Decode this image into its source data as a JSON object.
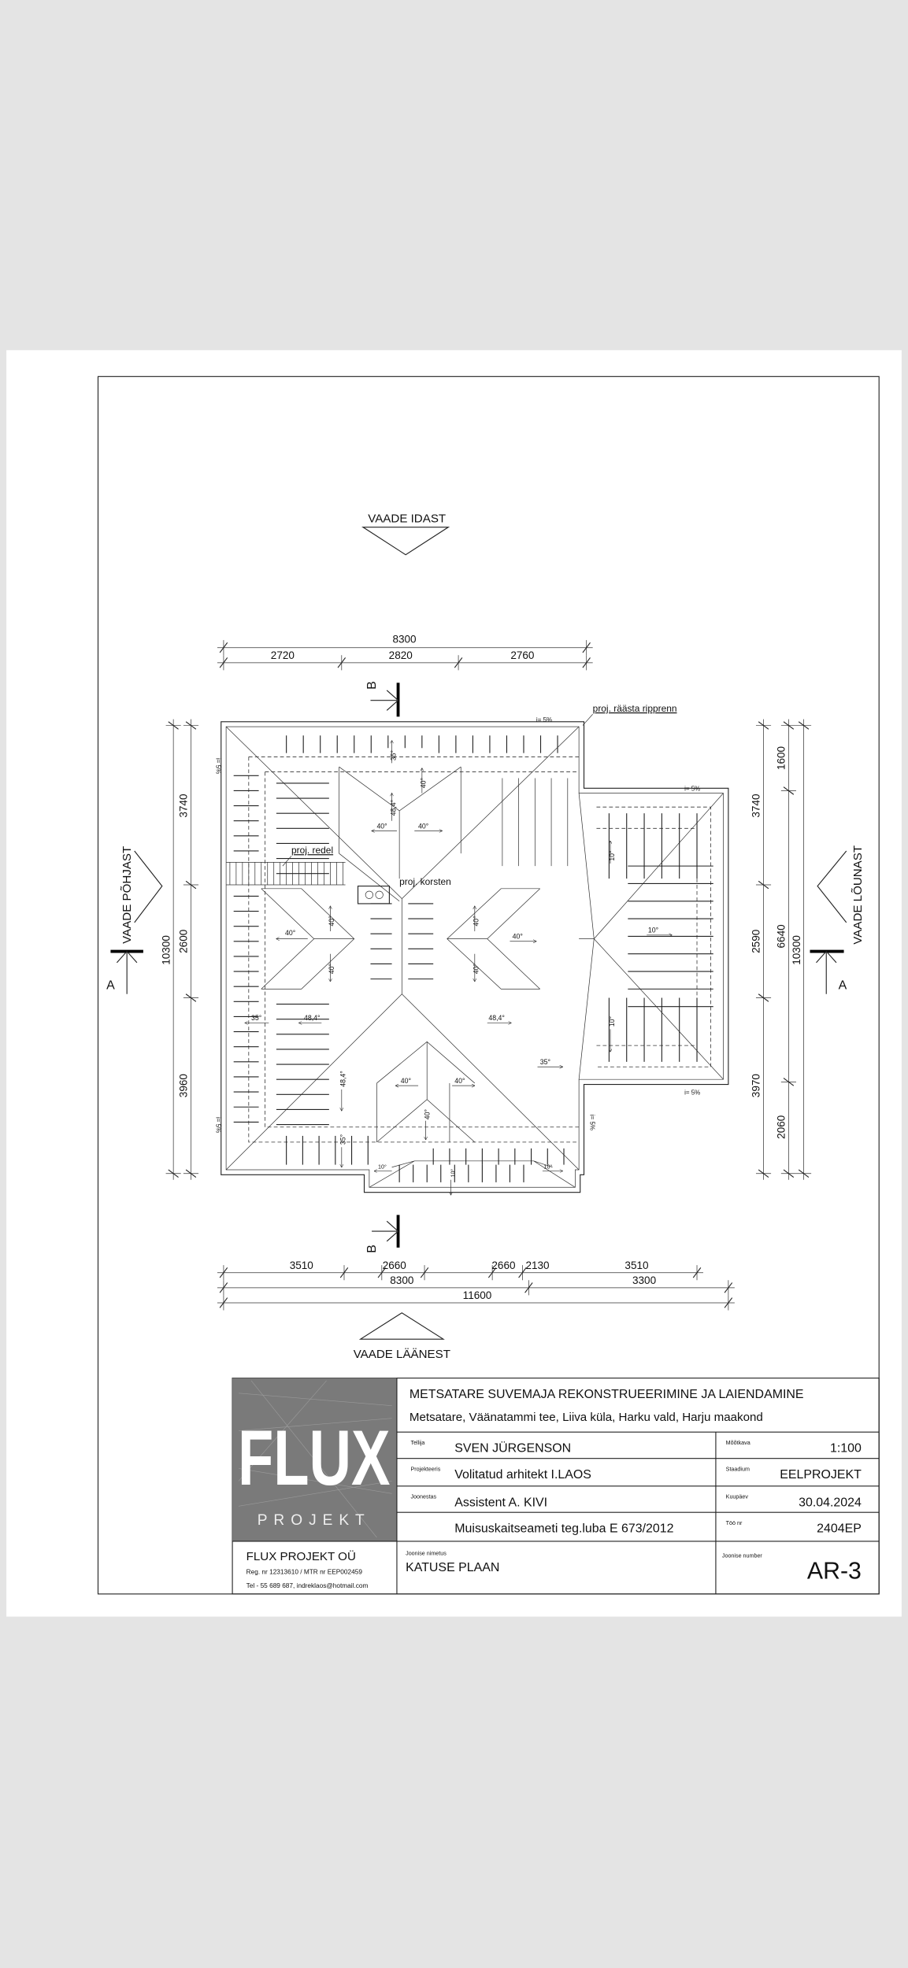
{
  "views": {
    "east": "VAADE IDAST",
    "north": "VAADE PÕHJAST",
    "south": "VAADE LÕUNAST",
    "west": "VAADE LÄÄNEST"
  },
  "sections": {
    "a": "A",
    "b": "B"
  },
  "dims": {
    "top_total": "8300",
    "top_1": "2720",
    "top_2": "2820",
    "top_3": "2760",
    "left_total": "10300",
    "left_1": "3740",
    "left_2": "2600",
    "left_3": "3960",
    "right_a1": "3740",
    "right_a2": "2590",
    "right_a3": "3970",
    "right_b1": "1600",
    "right_b2": "6640",
    "right_b3": "2060",
    "right_total": "10300",
    "bot_1": "3510",
    "bot_2": "2660",
    "bot_3": "2660",
    "bot_4": "2130",
    "bot_5": "3510",
    "bot_main": "8300",
    "bot_ext": "3300",
    "bot_total": "11600"
  },
  "notes": {
    "gutter": "proj. räästa ripprenn",
    "ladder": "proj. redel",
    "chimney": "proj. korsten",
    "slope_pct": "i= 5%"
  },
  "slopes": [
    "35°",
    "48,4°",
    "40°",
    "40°",
    "40°",
    "40°",
    "40°",
    "40°",
    "40°",
    "40°",
    "40°",
    "35°",
    "48,4°",
    "48,4°",
    "48,4°",
    "35°",
    "40°",
    "40°",
    "40°",
    "10°",
    "10°",
    "10°",
    "35°",
    "10°",
    "10°",
    "10°"
  ],
  "title_block": {
    "logo_text": "FLUX",
    "logo_sub": "PROJEKT",
    "project_title": "METSATARE SUVEMAJA REKONSTRUEERIMINE JA LAIENDAMINE",
    "address": "Metsatare, Väänatammi tee, Liiva küla, Harku vald, Harju maakond",
    "client_label": "Tellija",
    "client": "SVEN JÜRGENSON",
    "designer_label": "Projekteeris",
    "designer": "Volitatud arhitekt I.LAOS",
    "drafter_label": "Joonestas",
    "drafter": "Assistent A. KIVI",
    "permit": "Muisuskaitseameti teg.luba E 673/2012",
    "scale_label": "Mõõtkava",
    "scale": "1:100",
    "stage_label": "Staadium",
    "stage": "EELPROJEKT",
    "date_label": "Kuupäev",
    "date": "30.04.2024",
    "job_label": "Töö nr",
    "job": "2404EP",
    "drawing_name_label": "Joonise nimetus",
    "drawing_name": "KATUSE PLAAN",
    "drawing_number_label": "Joonise number",
    "drawing_number": "AR-3",
    "company": "FLUX PROJEKT OÜ",
    "reg": "Reg. nr 12313610 / MTR nr EEP002459",
    "contact": "Tel - 55 689 687, indreklaos@hotmail.com"
  }
}
